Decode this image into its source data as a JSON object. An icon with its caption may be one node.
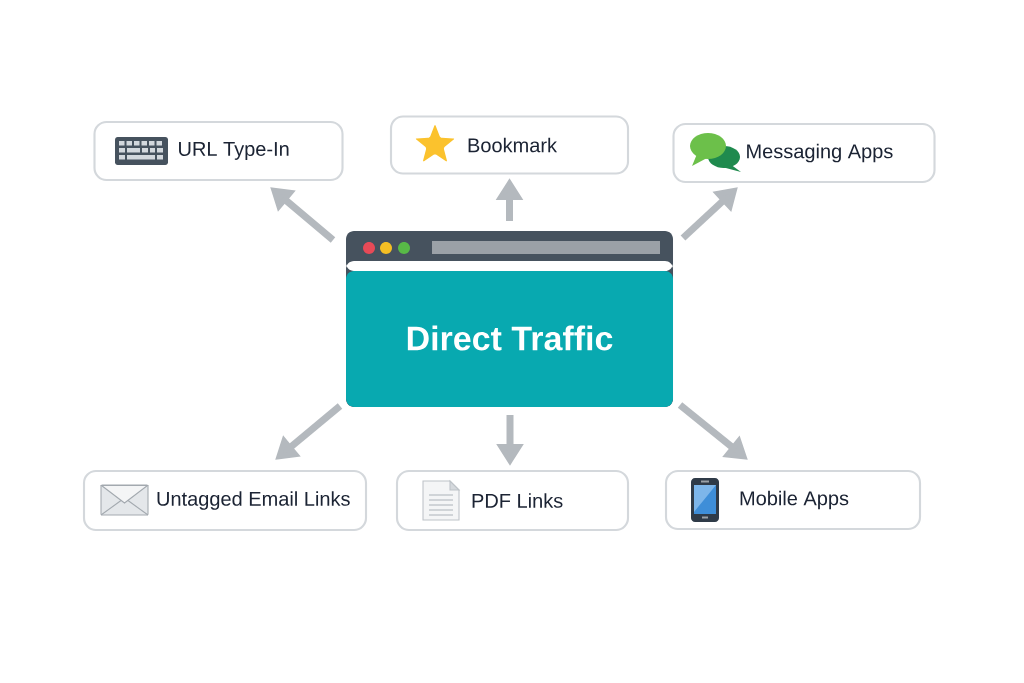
{
  "diagram": {
    "nodes": [
      {
        "text": [
          "URL Type-In"
        ]
      },
      {
        "text": [
          "Bookmark"
        ]
      },
      {
        "text": [
          "Messaging Apps"
        ]
      },
      {
        "text": [
          "Direct Traffic"
        ]
      },
      {
        "text": [
          "Untagged Email Links"
        ]
      },
      {
        "text": [
          "PDF Links"
        ]
      },
      {
        "text": [
          "Mobile Apps"
        ]
      }
    ],
    "edges": [
      {
        "from": 3,
        "to": 0,
        "arrow": "to"
      },
      {
        "from": 3,
        "to": 1,
        "arrow": "to"
      },
      {
        "from": 3,
        "to": 2,
        "arrow": "to"
      },
      {
        "from": 3,
        "to": 4,
        "arrow": "to"
      },
      {
        "from": 3,
        "to": 5,
        "arrow": "to"
      },
      {
        "from": 3,
        "to": 6,
        "arrow": "to"
      }
    ]
  }
}
